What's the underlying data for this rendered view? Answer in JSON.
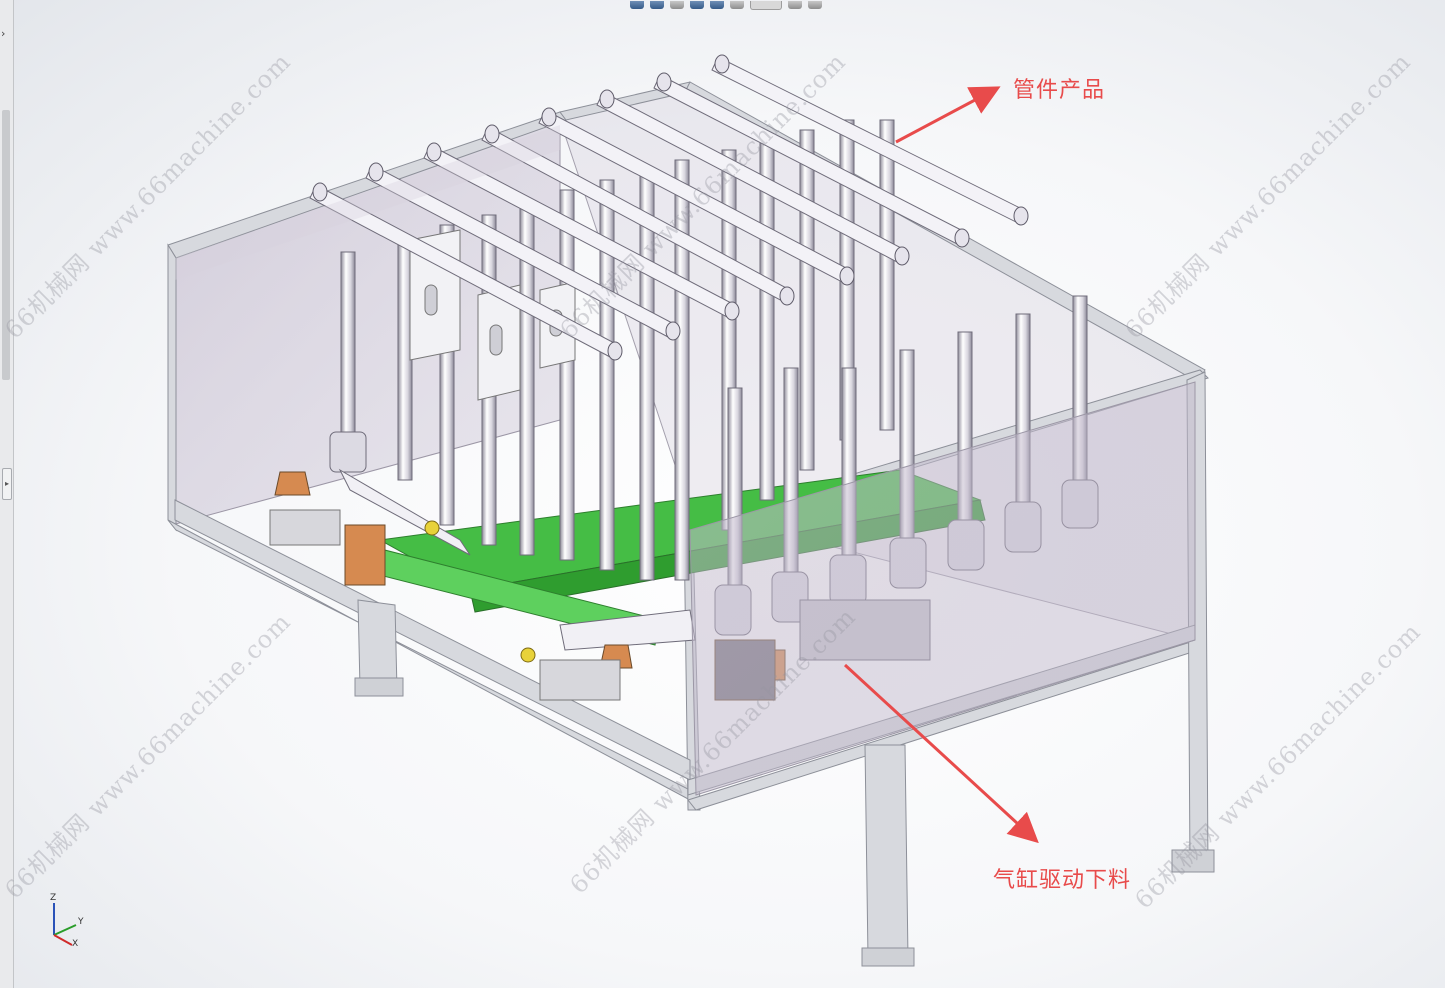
{
  "annotations": {
    "product_label": "管件产品",
    "cylinder_label": "气缸驱动下料"
  },
  "watermark": {
    "text": "66机械网 www.66machine.com"
  },
  "triad": {
    "z": "Z",
    "y": "Y",
    "x": "X"
  },
  "colors": {
    "arrow": "#e84b4b",
    "frame": "#b9bcc3",
    "glass": "#bdb4c8",
    "rail": "#4cc04c",
    "bronze": "#d68a50"
  }
}
